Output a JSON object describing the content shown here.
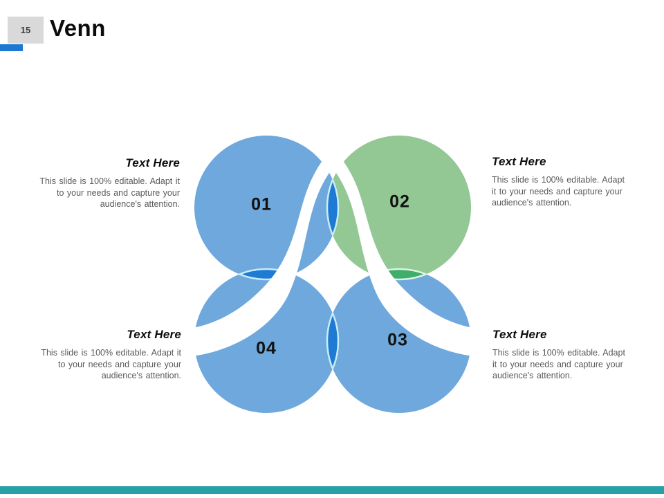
{
  "slide": {
    "page_number": "15",
    "title": "Venn",
    "colors": {
      "accent_blue": "#1e78d2",
      "number_box_bg": "#d9d9d9",
      "circle_blue": "#6fa8dc",
      "circle_green": "#93c794",
      "overlap_blue": "#1e7ad2",
      "overlap_green": "#3fae6b",
      "lens_outline_blue": "#c8ecf6",
      "lens_outline_green": "#dff3e2",
      "ribbon_white": "#ffffff",
      "body_text_gray": "#595959",
      "bottom_bar_teal": "#27a0a8"
    },
    "venn": {
      "labels": [
        {
          "id": "circle-01",
          "text": "01",
          "color": "blue"
        },
        {
          "id": "circle-02",
          "text": "02",
          "color": "green"
        },
        {
          "id": "circle-03",
          "text": "03",
          "color": "blue"
        },
        {
          "id": "circle-04",
          "text": "04",
          "color": "blue"
        }
      ]
    },
    "text_blocks": [
      {
        "position": "top-left",
        "heading": "Text Here",
        "body": "This slide is 100% editable. Adapt it to your needs and capture your audience's attention."
      },
      {
        "position": "top-right",
        "heading": "Text Here",
        "body": "This slide is 100% editable. Adapt it to your needs and capture your audience's attention."
      },
      {
        "position": "bottom-left",
        "heading": "Text Here",
        "body": "This slide is 100% editable. Adapt it to your needs and capture your audience's attention."
      },
      {
        "position": "bottom-right",
        "heading": "Text Here",
        "body": "This slide is 100% editable. Adapt it to your needs and capture your audience's attention."
      }
    ]
  }
}
